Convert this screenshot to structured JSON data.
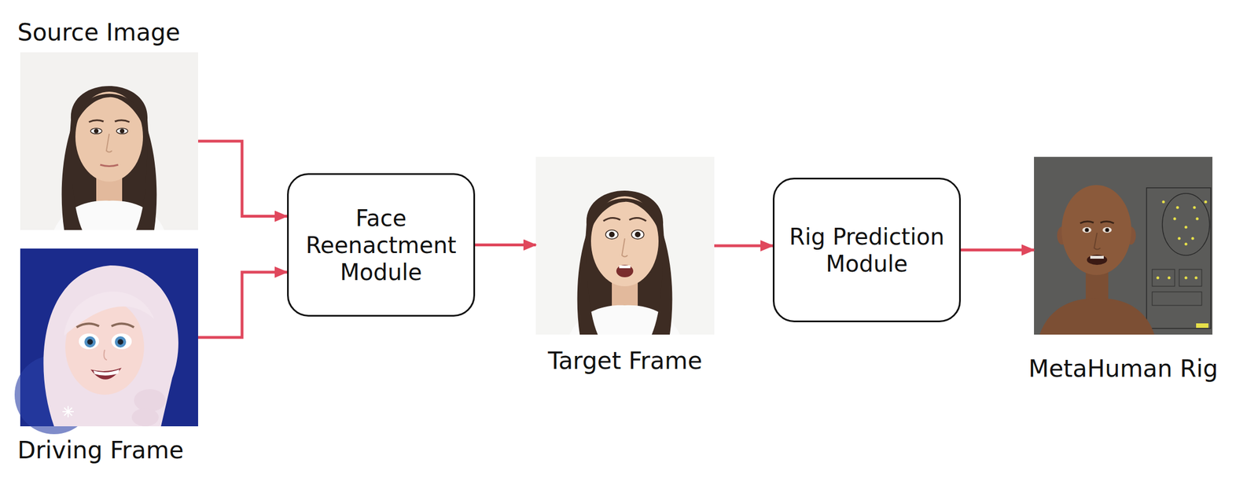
{
  "diagram": {
    "nodes": [
      {
        "text": [
          "Source Image"
        ]
      },
      {
        "text": [
          "Driving Frame"
        ]
      },
      {
        "text": [
          "Face Reenactment Module"
        ]
      },
      {
        "text": [
          "Target Frame"
        ]
      },
      {
        "text": [
          "Rig Prediction Module"
        ]
      },
      {
        "text": [
          "MetaHuman Rig"
        ]
      }
    ],
    "edges": [
      {
        "from": 0,
        "to": 2,
        "arrow": "to"
      },
      {
        "from": 1,
        "to": 2,
        "arrow": "to"
      },
      {
        "from": 2,
        "to": 3,
        "arrow": "to"
      },
      {
        "from": 3,
        "to": 4,
        "arrow": "to"
      },
      {
        "from": 4,
        "to": 5,
        "arrow": "to"
      }
    ]
  }
}
